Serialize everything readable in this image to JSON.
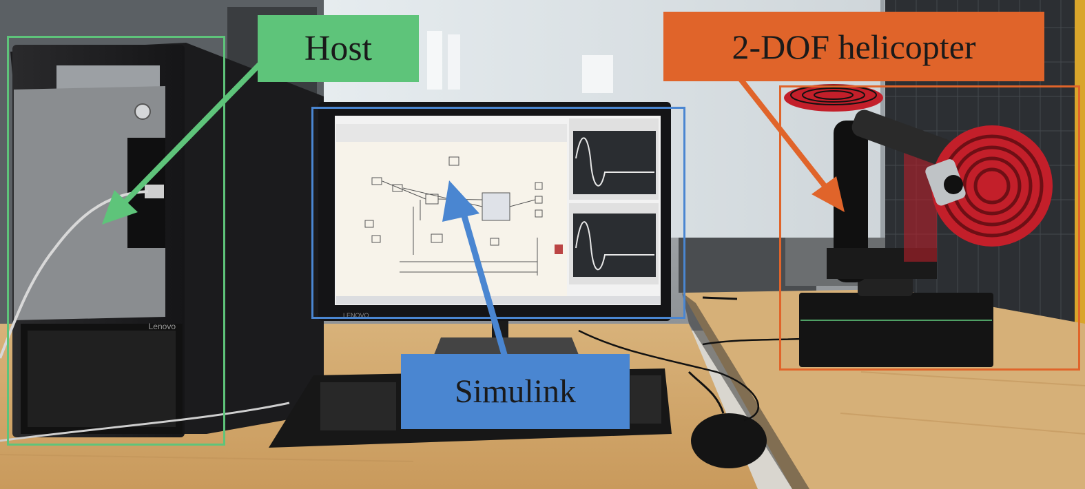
{
  "labels": {
    "host": "Host",
    "simulink": "Simulink",
    "helicopter": "2-DOF helicopter"
  },
  "device_text": {
    "pc_brand": "Lenovo",
    "monitor_brand": "LENOVO"
  },
  "colors": {
    "host": "#5ec47a",
    "simulink": "#4a86d1",
    "helicopter": "#e0642a"
  }
}
